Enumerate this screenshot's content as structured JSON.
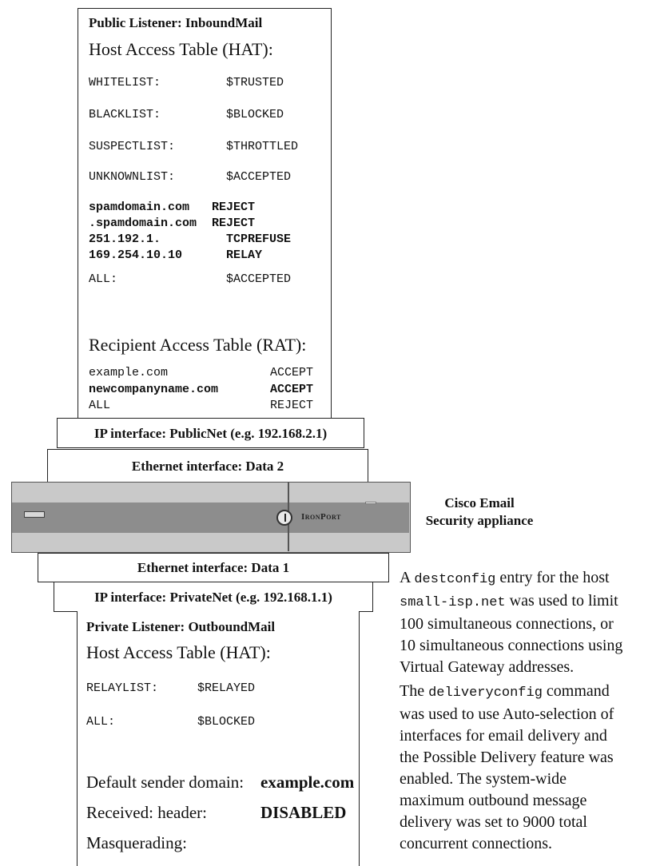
{
  "public_listener": {
    "title": "Public Listener: InboundMail",
    "hat_heading": "Host Access Table (HAT):",
    "hat_rows": [
      {
        "left": "WHITELIST:",
        "right": "$TRUSTED"
      },
      {
        "left": "BLACKLIST:",
        "right": "$BLOCKED"
      },
      {
        "left": "SUSPECTLIST:",
        "right": "$THROTTLED"
      },
      {
        "left": "UNKNOWNLIST:",
        "right": "$ACCEPTED"
      }
    ],
    "hat_entries": [
      {
        "left": "spamdomain.com",
        "right": "REJECT"
      },
      {
        "left": ".spamdomain.com",
        "right": "REJECT"
      },
      {
        "left": "251.192.1.",
        "right": "TCPREFUSE"
      },
      {
        "left": "169.254.10.10",
        "right": "RELAY"
      }
    ],
    "hat_all": {
      "left": "ALL:",
      "right": "$ACCEPTED"
    },
    "rat_heading": "Recipient Access Table (RAT):",
    "rat_rows": [
      {
        "left": "example.com",
        "right": "ACCEPT"
      },
      {
        "left": "newcompanyname.com",
        "right": "ACCEPT"
      },
      {
        "left": "ALL",
        "right": "REJECT"
      }
    ]
  },
  "ip_public": "IP interface: PublicNet (e.g. 192.168.2.1)",
  "eth_data2": "Ethernet interface: Data 2",
  "appliance": {
    "brand": "IronPort",
    "label_line1": "Cisco Email",
    "label_line2": "Security appliance"
  },
  "eth_data1": "Ethernet interface: Data 1",
  "ip_private": "IP interface: PrivateNet (e.g. 192.168.1.1)",
  "private_listener": {
    "title": "Private Listener: OutboundMail",
    "hat_heading": "Host Access Table (HAT):",
    "hat_rows": [
      {
        "left": "RELAYLIST:",
        "right": "$RELAYED"
      },
      {
        "left": "ALL:",
        "right": "$BLOCKED"
      }
    ],
    "settings": [
      {
        "label": "Default sender domain:",
        "value": "example.com"
      },
      {
        "label": "Received: header:",
        "value": "DISABLED"
      },
      {
        "label": "Masquerading:",
        "value": ""
      }
    ]
  },
  "notes": {
    "p1": {
      "pre": "A ",
      "code1": "destconfig",
      "mid1": " entry for the host",
      "code2": "small-isp.net",
      "mid2": " was used to limit",
      "line3": "100 simultaneous connections, or",
      "line4": "10 simultaneous connections using",
      "line5": "Virtual Gateway addresses."
    },
    "p2": {
      "pre": "The ",
      "code1": "deliveryconfig",
      "mid1": " command",
      "lines": [
        "was used to use Auto-selection of",
        "interfaces for email delivery and",
        "the Possible Delivery feature was",
        "enabled. The system-wide",
        "maximum outbound message",
        "delivery was set to 9000 total",
        "concurrent connections."
      ]
    }
  }
}
